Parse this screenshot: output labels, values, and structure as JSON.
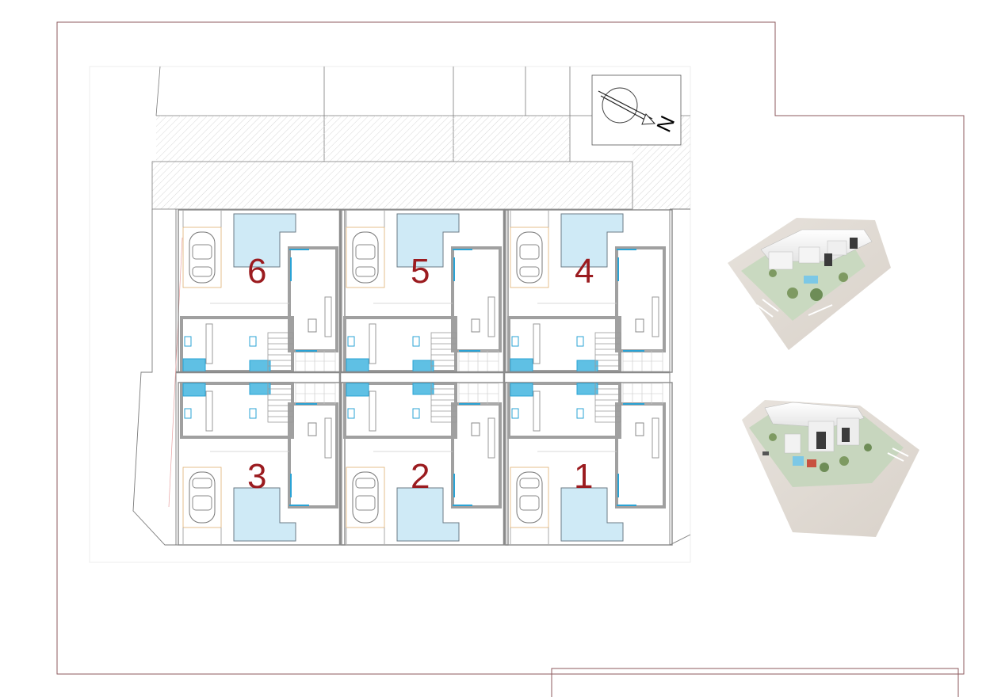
{
  "plan": {
    "north_label": "N",
    "unit_numbers": {
      "u6": "6",
      "u5": "5",
      "u4": "4",
      "u3": "3",
      "u2": "2",
      "u1": "1"
    }
  },
  "colors": {
    "frame_line": "#8c5a5e",
    "wall": "#9a9a9a",
    "pool": "#cfeaf6",
    "glazing": "#2aa3d5",
    "unit_number": "#9b1b1f"
  }
}
